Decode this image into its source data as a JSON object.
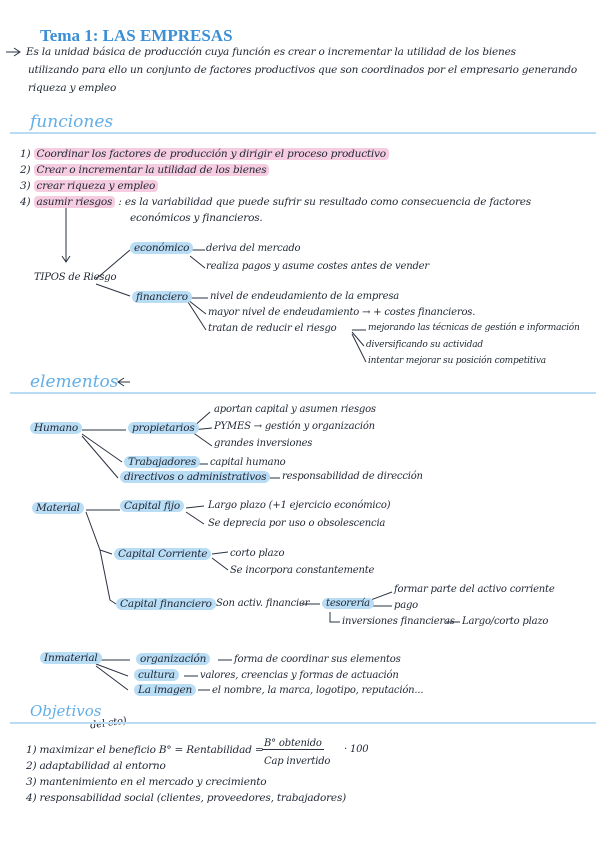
{
  "title": "Tema 1: LAS EMPRESAS",
  "intro": {
    "line1": "Es la unidad básica de producción cuya función es crear o incrementar la utilidad de los bienes",
    "line2": "utilizando para ello un conjunto de factores productivos que son coordinados por el empresario generando",
    "line3": "riqueza y empleo"
  },
  "funciones": {
    "heading": "funciones",
    "items": [
      {
        "num": "1)",
        "text": "Coordinar los factores de producción y dirigir el proceso productivo"
      },
      {
        "num": "2)",
        "text": "Crear o incrementar la utilidad de los bienes"
      },
      {
        "num": "3)",
        "text": "crear riqueza y empleo"
      },
      {
        "num": "4)",
        "text": "asumir riesgos",
        "rest": ": es la variabilidad que puede sufrir su resultado como consecuencia de factores",
        "rest2": "económicos y financieros."
      }
    ],
    "tipos": "TIPOS de Riesgo",
    "economico": {
      "label": "económico",
      "a": "deriva del mercado",
      "b": "realiza pagos y asume costes antes de vender"
    },
    "financiero": {
      "label": "financiero",
      "a": "nivel de endeudamiento de la empresa",
      "b": "mayor nivel de endeudamiento → + costes financieros.",
      "c": "tratan de reducir el riesgo",
      "c1": "mejorando las técnicas de gestión e información",
      "c2": "diversificando su actividad",
      "c3": "intentar mejorar su posición competitiva"
    }
  },
  "elementos": {
    "heading": "elementos",
    "humano": {
      "label": "Humano",
      "propietarios": "propietarios",
      "p1": "aportan capital y asumen riesgos",
      "p2": "PYMES → gestión y organización",
      "p3": "grandes inversiones",
      "trabajadores": "Trabajadores",
      "t1": "capital humano",
      "directivos": "directivos o administrativos",
      "d1": "responsabilidad de dirección"
    },
    "material": {
      "label": "Material",
      "fijo": "Capital fijo",
      "f1": "Largo plazo (+1 ejercicio económico)",
      "f2": "Se deprecia por uso o obsolescencia",
      "corriente": "Capital Corriente",
      "c1": "corto plazo",
      "c2": "Se incorpora constantemente",
      "financiero": "Capital financiero",
      "fin1": "Son activ. financier",
      "tesoreria": "tesorería",
      "t1": "formar parte del activo corriente",
      "t2": "pago",
      "inv": "inversiones financieras",
      "inv1": "Largo/corto plazo"
    },
    "inmaterial": {
      "label": "Inmaterial",
      "org": "organización",
      "org1": "forma de coordinar sus elementos",
      "cultura": "cultura",
      "cul1": "valores, creencias y formas de actuación",
      "imagen": "La imagen",
      "img1": "el nombre, la marca, logotipo, reputación..."
    }
  },
  "objetivos": {
    "heading": "Objetivos",
    "note": "del cto)",
    "items": [
      {
        "num": "1)",
        "text": "maximizar el beneficio  B° = Rentabilidad =",
        "frac_top": "B° obtenido",
        "frac_bot": "Cap invertido",
        "mult": "· 100"
      },
      {
        "num": "2)",
        "text": "adaptabilidad al entorno"
      },
      {
        "num": "3)",
        "text": "mantenimiento en el mercado y crecimiento"
      },
      {
        "num": "4)",
        "text": "responsabilidad social (clientes, proveedores, trabajadores)"
      }
    ]
  },
  "colors": {
    "title": "#3a8fd6",
    "section": "#62aee6",
    "rule": "#b9dcf4",
    "pink": "#f6cde0",
    "blue": "#b9ddf5"
  }
}
